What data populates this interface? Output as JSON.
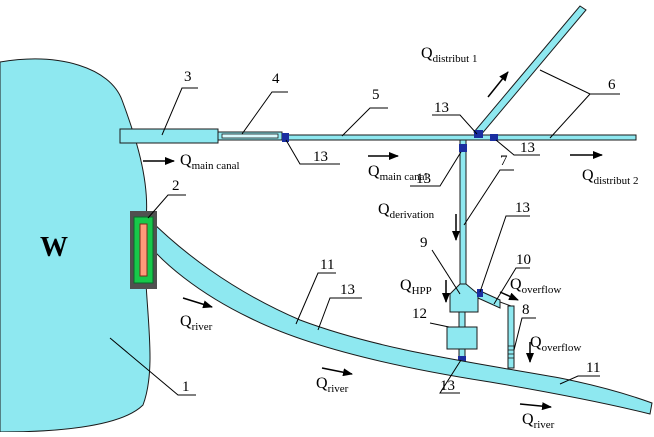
{
  "title": "",
  "colors": {
    "water": "#8ee8f0",
    "outline": "#1a1a1a",
    "gate": "#000080",
    "gate_fill": "#1a2ea0",
    "hpp_frame": "#505050",
    "hpp_outer": "#17c84a",
    "hpp_inner": "#ff9a7a"
  },
  "reservoir": {
    "label": "W"
  },
  "numbers": {
    "n1": "1",
    "n2": "2",
    "n3": "3",
    "n4": "4",
    "n5": "5",
    "n6": "6",
    "n7": "7",
    "n8": "8",
    "n9": "9",
    "n10": "10",
    "n11a": "11",
    "n11b": "11",
    "n12": "12",
    "n13_canal": "13",
    "n13_junction": "13",
    "n13_right": "13",
    "n13_deriv": "13",
    "n13_overflow": "13",
    "n13_river": "13",
    "n13_bottom": "13"
  },
  "flows": {
    "q_main_canal_1": {
      "q": "Q",
      "sub": "main canal"
    },
    "q_main_canal_2": {
      "q": "Q",
      "sub": "main canal"
    },
    "q_distribut_1": {
      "q": "Q",
      "sub": "distribut 1"
    },
    "q_distribut_2": {
      "q": "Q",
      "sub": "distribut 2"
    },
    "q_derivation": {
      "q": "Q",
      "sub": "derivation"
    },
    "q_hpp": {
      "q": "Q",
      "sub": "HPP"
    },
    "q_overflow_1": {
      "q": "Q",
      "sub": "overflow"
    },
    "q_overflow_2": {
      "q": "Q",
      "sub": "overflow"
    },
    "q_river_1": {
      "q": "Q",
      "sub": "river"
    },
    "q_river_2": {
      "q": "Q",
      "sub": "river"
    },
    "q_river_3": {
      "q": "Q",
      "sub": "river"
    }
  }
}
